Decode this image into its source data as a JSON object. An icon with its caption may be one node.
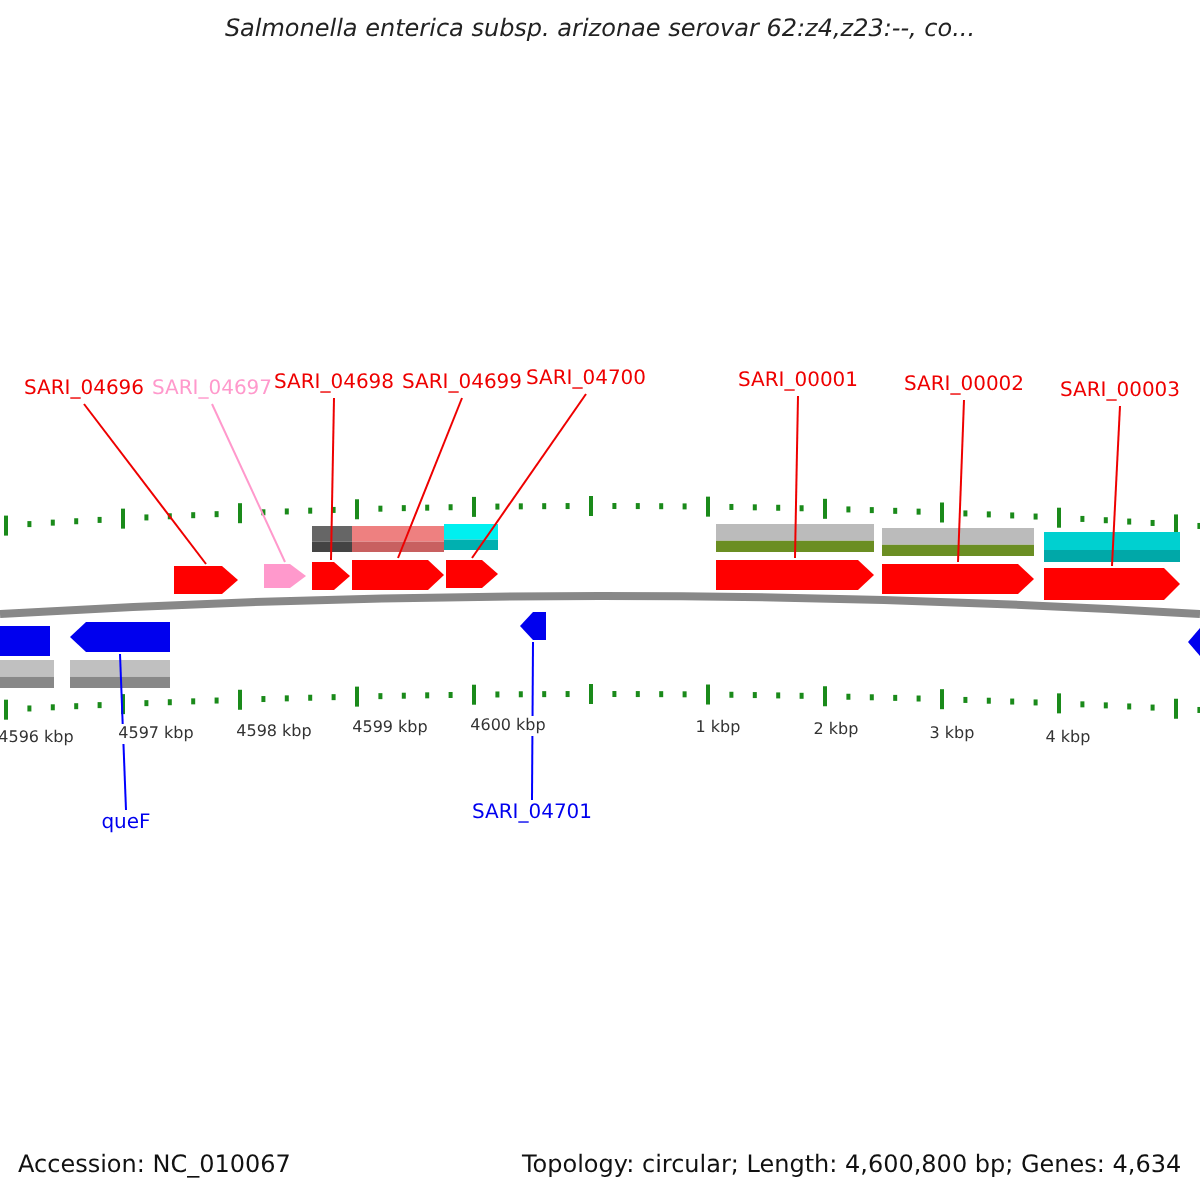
{
  "diagram": {
    "title": "Salmonella enterica subsp. arizonae serovar 62:z4,z23:--, co...",
    "nodes": [
      {
        "text": [
          "SARI_04696"
        ]
      },
      {
        "text": [
          "SARI_04697"
        ]
      },
      {
        "text": [
          "SARI_04698"
        ]
      },
      {
        "text": [
          "SARI_04699"
        ]
      },
      {
        "text": [
          "SARI_04700"
        ]
      },
      {
        "text": [
          "SARI_00001"
        ]
      },
      {
        "text": [
          "SARI_00002"
        ]
      },
      {
        "text": [
          "SARI_00003"
        ]
      },
      {
        "text": [],
        "shape": "arrow"
      },
      {
        "text": [],
        "shape": "arrow"
      },
      {
        "text": [],
        "shape": "arrow"
      },
      {
        "text": [],
        "shape": "arrow"
      },
      {
        "text": [],
        "shape": "arrow"
      },
      {
        "text": [],
        "shape": "arrow"
      },
      {
        "text": [],
        "shape": "arrow"
      },
      {
        "text": [],
        "shape": "arrow"
      },
      {
        "text": [],
        "shape": "arrow"
      },
      {
        "text": [],
        "shape": "arrow"
      },
      {
        "text": [
          "queF"
        ]
      },
      {
        "text": [
          "SARI_04701"
        ]
      }
    ],
    "edges": [
      {
        "from": 0,
        "to": 8,
        "arrow": "none"
      },
      {
        "from": 1,
        "to": 9,
        "arrow": "none",
        "color": "#ff99cc"
      },
      {
        "from": 2,
        "to": 10,
        "arrow": "none"
      },
      {
        "from": 3,
        "to": 11,
        "arrow": "none"
      },
      {
        "from": 4,
        "to": 12,
        "arrow": "none"
      },
      {
        "from": 5,
        "to": 13,
        "arrow": "none"
      },
      {
        "from": 6,
        "to": 14,
        "arrow": "none"
      },
      {
        "from": 7,
        "to": 15,
        "arrow": "none"
      },
      {
        "from": 18,
        "to": 16,
        "arrow": "none",
        "color": "#0000ff"
      },
      {
        "from": 19,
        "to": 17,
        "arrow": "none",
        "color": "#0000ff"
      }
    ],
    "labels": [
      "4596 kbp",
      "4597 kbp",
      "4598 kbp",
      "4599 kbp",
      "4600 kbp",
      "1 kbp",
      "2 kbp",
      "3 kbp",
      "4 kbp",
      "Accession: NC_010067",
      "Topology: circular; Length: 4,600,800 bp; Genes: 4,634"
    ]
  }
}
